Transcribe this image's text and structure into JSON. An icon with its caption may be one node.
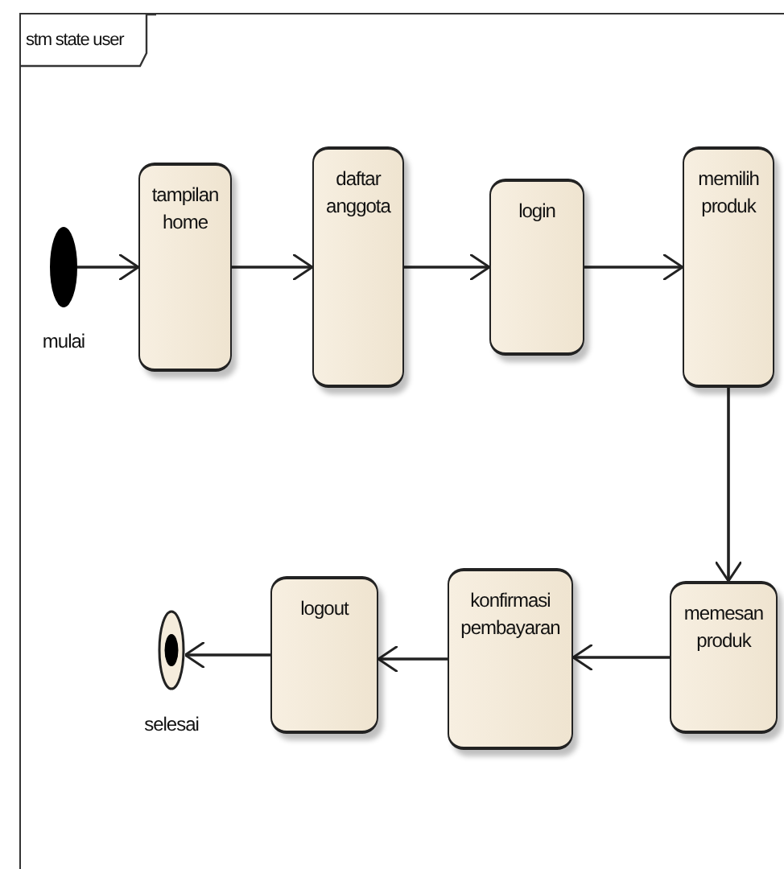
{
  "diagram": {
    "nodes": [
      {
        "text": [
          "stm state user"
        ]
      },
      {
        "text": [],
        "shape": "circle",
        "in": 0,
        "beside": [
          "mulai"
        ]
      },
      {
        "text": [
          "tampilan home"
        ],
        "in": 0
      },
      {
        "text": [
          "daftar anggota"
        ],
        "in": 0
      },
      {
        "text": [
          "login"
        ],
        "in": 0
      },
      {
        "text": [
          "memilih produk"
        ],
        "in": 0
      },
      {
        "text": [
          "memesan produk"
        ],
        "in": 0
      },
      {
        "text": [
          "konfirmasi pembayaran"
        ],
        "in": 0
      },
      {
        "text": [
          "logout"
        ],
        "in": 0
      },
      {
        "text": [],
        "shape": "circle",
        "in": 0,
        "beside": [
          "selesai"
        ]
      }
    ],
    "edges": [
      {
        "from": 1,
        "to": 2,
        "arrow": "to"
      },
      {
        "from": 2,
        "to": 3,
        "arrow": "to"
      },
      {
        "from": 3,
        "to": 4,
        "arrow": "to"
      },
      {
        "from": 4,
        "to": 5,
        "arrow": "to"
      },
      {
        "from": 5,
        "to": 6,
        "arrow": "to"
      },
      {
        "from": 6,
        "to": 7,
        "arrow": "to"
      },
      {
        "from": 7,
        "to": 8,
        "arrow": "to"
      },
      {
        "from": 8,
        "to": 9,
        "arrow": "to"
      }
    ]
  }
}
